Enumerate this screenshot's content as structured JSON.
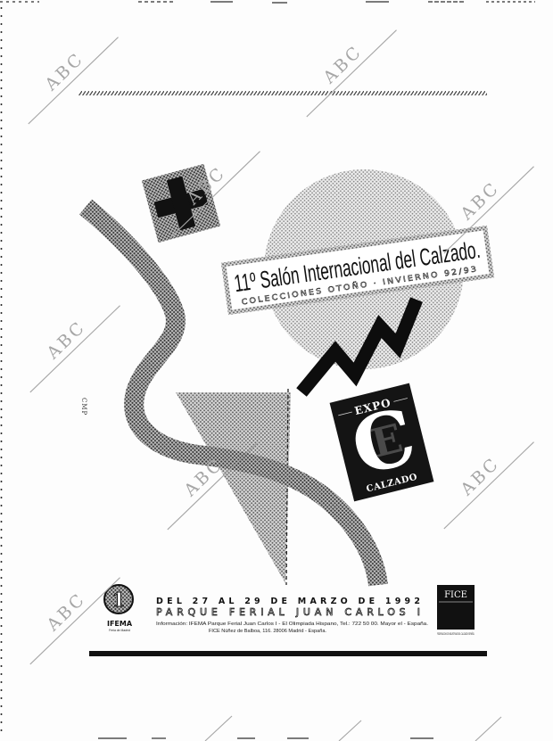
{
  "watermark": {
    "text": "ABC"
  },
  "advertisement": {
    "banner": {
      "title": "11º Salón Internacional del Calzado.",
      "subtitle": "COLECCIONES OTOÑO · INVIERNO 92/93"
    },
    "expo_logo": {
      "top": "EXPO",
      "monogram_outer": "C",
      "monogram_inner": "E",
      "bottom": "CALZADO"
    },
    "side_credit": "CMP",
    "event": {
      "dates": "DEL 27 AL 29 DE MARZO DE 1992",
      "venue": "PARQUE FERIAL JUAN CARLOS I",
      "info_line": "Información: IFEMA Parque Ferial Juan Carlos I - El Olimpiada Hispano, Tel.: 722 50 00. Mayor el - España.",
      "fice_address": "FICE Núñez de Balboa, 116. 28006 Madrid - España."
    },
    "ifema_logo": {
      "mark": "1",
      "name": "IFEMA",
      "tagline": "Feria de Madrid"
    },
    "fice_logo": {
      "name": "FICE",
      "tagline": "FEDERACION DE INDUSTRIAS DEL CALZADO ESPAÑOL"
    }
  },
  "colors": {
    "ink": "#111111",
    "paper": "#fdfdfd",
    "watermark": "#a6a6a6",
    "halftone": "#5e5e5e"
  }
}
